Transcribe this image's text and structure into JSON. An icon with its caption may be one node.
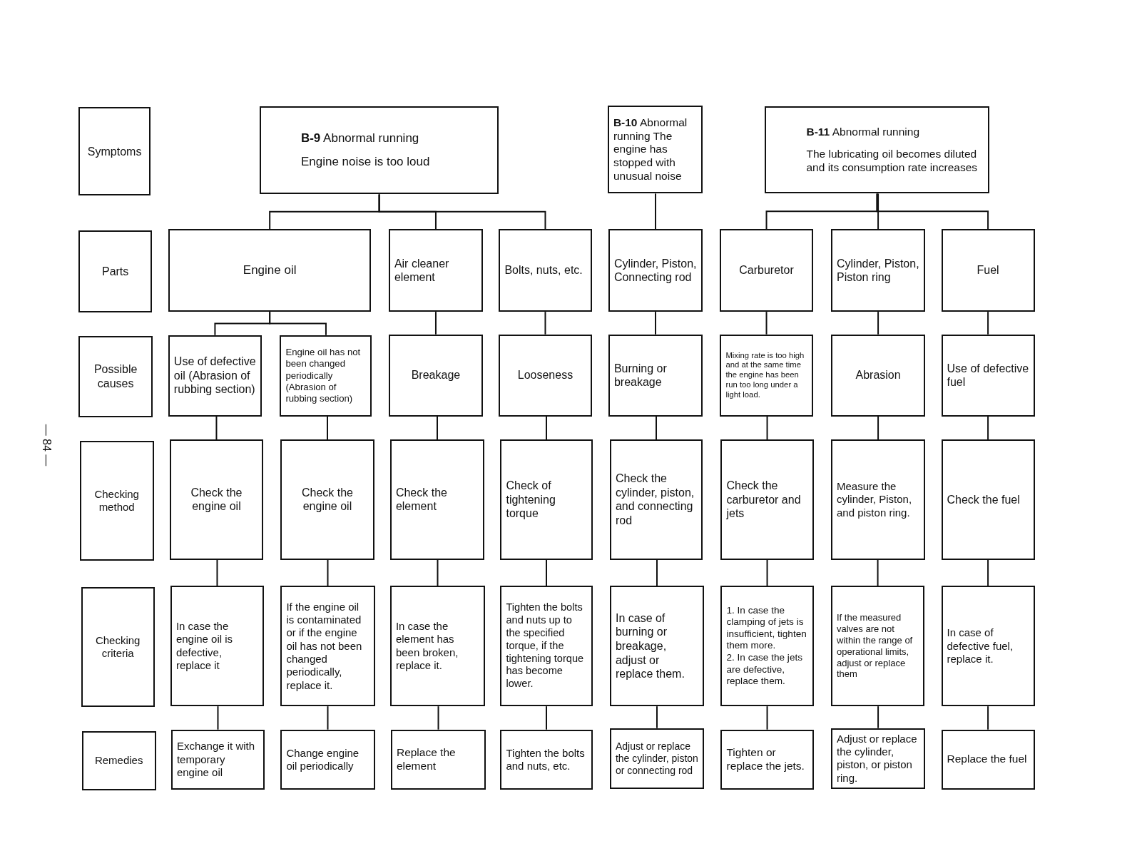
{
  "diagram": {
    "nodes": [
      {
        "text": [
          "Symptoms"
        ]
      },
      {
        "text": [
          "**B-9** Abnormal running",
          "Engine noise is too loud"
        ]
      },
      {
        "text": [
          "**B-10** Abnormal running The engine has stopped with unusual noise"
        ]
      },
      {
        "text": [
          "**B-11** Abnormal running",
          "The lubricating oil becomes diluted and its consumption rate increases"
        ]
      },
      {
        "text": [
          "Parts"
        ]
      },
      {
        "text": [
          "Engine oil"
        ]
      },
      {
        "text": [
          "Air cleaner element"
        ]
      },
      {
        "text": [
          "Bolts, nuts, etc."
        ]
      },
      {
        "text": [
          "Cylinder, Piston, Connecting rod"
        ]
      },
      {
        "text": [
          "Carburetor"
        ]
      },
      {
        "text": [
          "Cylinder, Piston, Piston ring"
        ]
      },
      {
        "text": [
          "Fuel"
        ]
      },
      {
        "text": [
          "Possible causes"
        ]
      },
      {
        "text": [
          "Use of defective oil (Abrasion of rubbing section)"
        ]
      },
      {
        "text": [
          "Engine oil has not been changed periodically (Abrasion of rubbing section)"
        ]
      },
      {
        "text": [
          "Breakage"
        ]
      },
      {
        "text": [
          "Looseness"
        ]
      },
      {
        "text": [
          "Burning or breakage"
        ]
      },
      {
        "text": [
          "Mixing rate is too high and at the same time the engine has been run too long under a light load."
        ]
      },
      {
        "text": [
          "Abrasion"
        ]
      },
      {
        "text": [
          "Use of defective fuel"
        ]
      },
      {
        "text": [
          "Checking method"
        ]
      },
      {
        "text": [
          "Check the engine oil"
        ]
      },
      {
        "text": [
          "Check the engine oil"
        ]
      },
      {
        "text": [
          "Check the element"
        ]
      },
      {
        "text": [
          "Check of tightening torque"
        ]
      },
      {
        "text": [
          "Check the cylinder, piston, and connecting rod"
        ]
      },
      {
        "text": [
          "Check the carburetor and jets"
        ]
      },
      {
        "text": [
          "Measure the cylinder, Piston, and piston ring."
        ]
      },
      {
        "text": [
          "Check the fuel"
        ]
      },
      {
        "text": [
          "Checking criteria"
        ]
      },
      {
        "text": [
          "In case the engine oil is defective, replace it"
        ]
      },
      {
        "text": [
          "If the engine oil is contaminated or if the engine oil has not been changed periodically, replace it."
        ]
      },
      {
        "text": [
          "In case the element has been broken, replace it."
        ]
      },
      {
        "text": [
          "Tighten the bolts and nuts up to the specified torque, if the tightening torque has become lower."
        ]
      },
      {
        "text": [
          "In case of burning or breakage, adjust or replace them."
        ]
      },
      {
        "text": [
          "1. In case the clamping of jets is insufficient, tighten them more.",
          "2. In case the jets are defective, replace them."
        ]
      },
      {
        "text": [
          "If the measured valves are not within the range of operational limits, adjust or replace them"
        ]
      },
      {
        "text": [
          "In case of defective fuel, replace it."
        ]
      },
      {
        "text": [
          "Remedies"
        ]
      },
      {
        "text": [
          "Exchange it with temporary engine oil"
        ]
      },
      {
        "text": [
          "Change engine oil periodically"
        ]
      },
      {
        "text": [
          "Replace the element"
        ]
      },
      {
        "text": [
          "Tighten the bolts and nuts, etc."
        ]
      },
      {
        "text": [
          "Adjust or replace the cylinder, piston or connecting rod"
        ]
      },
      {
        "text": [
          "Tighten or replace the jets."
        ]
      },
      {
        "text": [
          "Adjust or replace the cylinder, piston, or piston ring."
        ]
      },
      {
        "text": [
          "Replace the fuel"
        ]
      }
    ],
    "edges": [
      {
        "from": 1,
        "to": 5,
        "arrow": "none"
      },
      {
        "from": 1,
        "to": 6,
        "arrow": "none"
      },
      {
        "from": 1,
        "to": 7,
        "arrow": "none"
      },
      {
        "from": 2,
        "to": 8,
        "arrow": "none"
      },
      {
        "from": 3,
        "to": 9,
        "arrow": "none"
      },
      {
        "from": 3,
        "to": 10,
        "arrow": "none"
      },
      {
        "from": 3,
        "to": 11,
        "arrow": "none"
      },
      {
        "from": 5,
        "to": 13,
        "arrow": "none"
      },
      {
        "from": 5,
        "to": 14,
        "arrow": "none"
      },
      {
        "from": 6,
        "to": 15,
        "arrow": "none"
      },
      {
        "from": 7,
        "to": 16,
        "arrow": "none"
      },
      {
        "from": 8,
        "to": 17,
        "arrow": "none"
      },
      {
        "from": 9,
        "to": 18,
        "arrow": "none"
      },
      {
        "from": 10,
        "to": 19,
        "arrow": "none"
      },
      {
        "from": 11,
        "to": 20,
        "arrow": "none"
      },
      {
        "from": 13,
        "to": 22,
        "arrow": "none"
      },
      {
        "from": 14,
        "to": 23,
        "arrow": "none"
      },
      {
        "from": 15,
        "to": 24,
        "arrow": "none"
      },
      {
        "from": 16,
        "to": 25,
        "arrow": "none"
      },
      {
        "from": 17,
        "to": 26,
        "arrow": "none"
      },
      {
        "from": 18,
        "to": 27,
        "arrow": "none"
      },
      {
        "from": 19,
        "to": 28,
        "arrow": "none"
      },
      {
        "from": 20,
        "to": 29,
        "arrow": "none"
      },
      {
        "from": 22,
        "to": 31,
        "arrow": "none"
      },
      {
        "from": 23,
        "to": 32,
        "arrow": "none"
      },
      {
        "from": 24,
        "to": 33,
        "arrow": "none"
      },
      {
        "from": 25,
        "to": 34,
        "arrow": "none"
      },
      {
        "from": 26,
        "to": 35,
        "arrow": "none"
      },
      {
        "from": 27,
        "to": 36,
        "arrow": "none"
      },
      {
        "from": 28,
        "to": 37,
        "arrow": "none"
      },
      {
        "from": 29,
        "to": 38,
        "arrow": "none"
      },
      {
        "from": 31,
        "to": 40,
        "arrow": "none"
      },
      {
        "from": 32,
        "to": 41,
        "arrow": "none"
      },
      {
        "from": 33,
        "to": 42,
        "arrow": "none"
      },
      {
        "from": 34,
        "to": 43,
        "arrow": "none"
      },
      {
        "from": 35,
        "to": 44,
        "arrow": "none"
      },
      {
        "from": 36,
        "to": 45,
        "arrow": "none"
      },
      {
        "from": 37,
        "to": 46,
        "arrow": "none"
      },
      {
        "from": 38,
        "to": 47,
        "arrow": "none"
      }
    ],
    "labels": [
      "— 84 —"
    ]
  }
}
